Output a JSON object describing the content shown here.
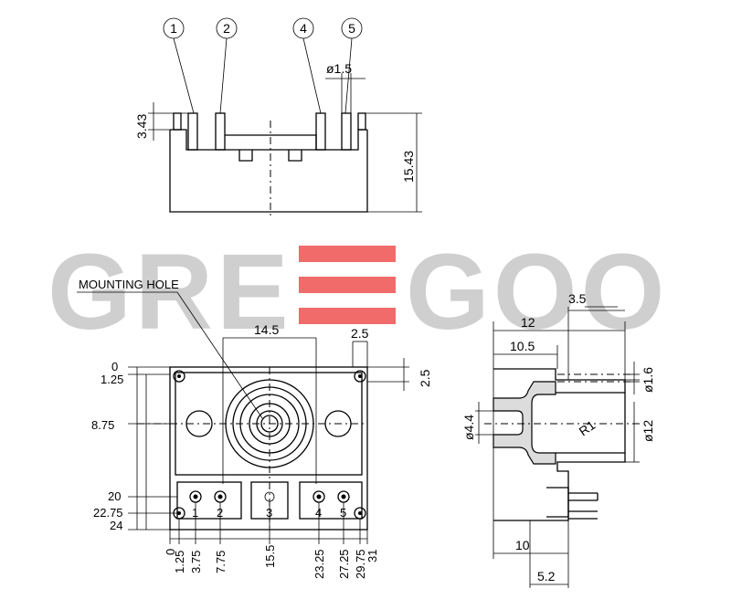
{
  "watermark": {
    "left": "GRE",
    "right": "GOO"
  },
  "top_view": {
    "pins": [
      "1",
      "2",
      "4",
      "5"
    ],
    "dim_diameter": "ø1.5",
    "dim_height_pin": "3.43",
    "dim_height_total": "15.43"
  },
  "front_view": {
    "label_mounting": "MOUNTING HOLE",
    "dim_width_top": "14.5",
    "dim_pin_gap": "2.5",
    "dim_right": "2.5",
    "y_labels": [
      "0",
      "1.25",
      "8.75",
      "20",
      "22.75",
      "24"
    ],
    "x_labels": [
      "0",
      "1.25",
      "3.75",
      "7.75",
      "15.5",
      "23.25",
      "27.25",
      "29.75",
      "31"
    ],
    "terminal_numbers": [
      "1",
      "2",
      "3",
      "4",
      "5"
    ]
  },
  "side_view": {
    "dim_12": "12",
    "dim_3_5": "3.5",
    "dim_10_5": "10.5",
    "dim_1_6": "ø1.6",
    "dim_4_4": "ø4.4",
    "dim_r1": "R1",
    "dim_12_dia": "ø12",
    "dim_10": "10",
    "dim_5_2": "5.2"
  }
}
